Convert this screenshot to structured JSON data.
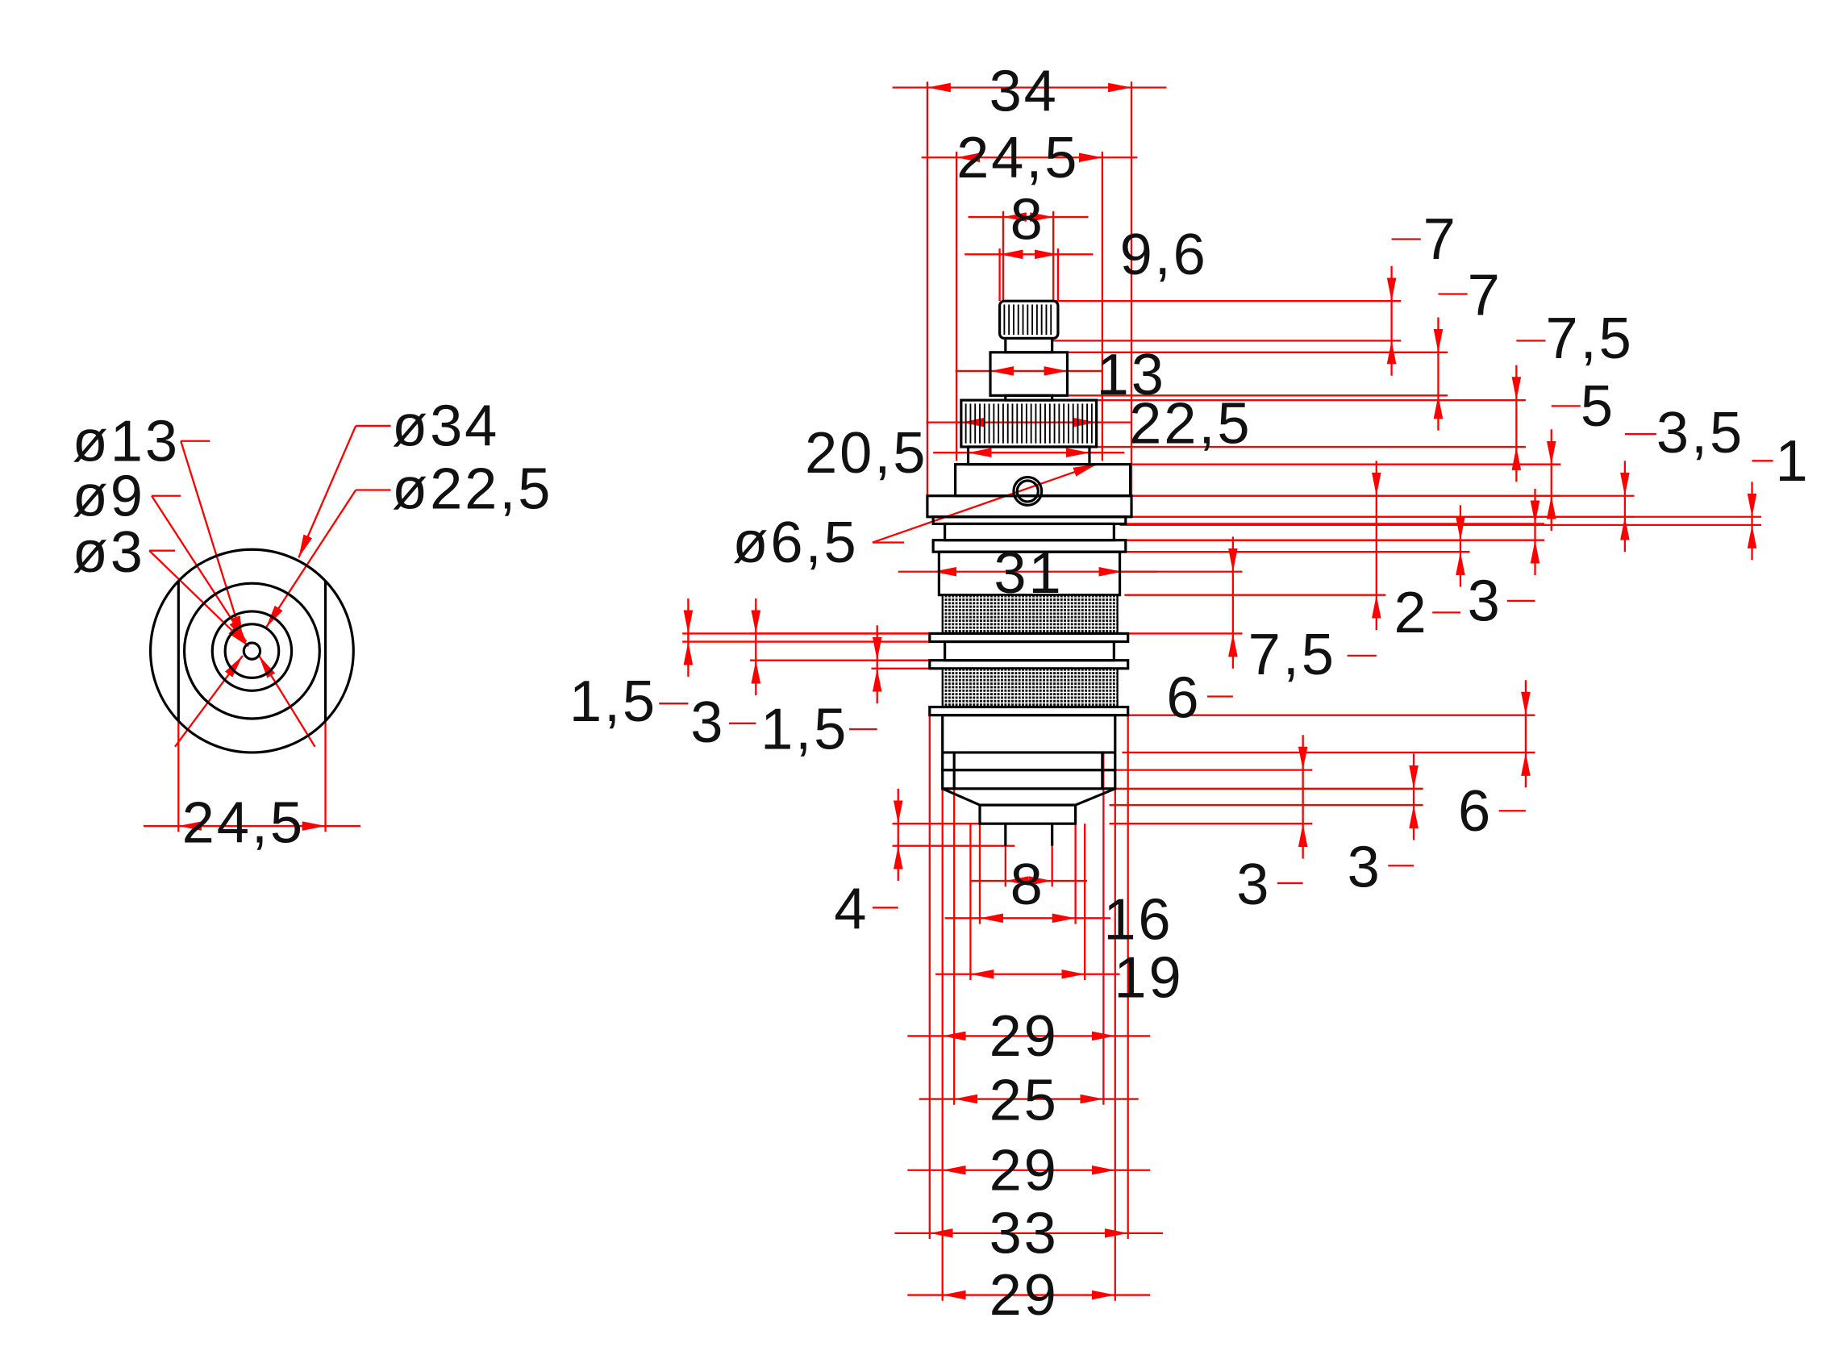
{
  "colors": {
    "dimension": "#ff0000",
    "part": "#000000"
  },
  "side_view": {
    "width_34": "34",
    "width_24_5": "24,5",
    "width_8_top": "8",
    "width_9_6": "9,6",
    "width_13": "13",
    "width_22_5": "22,5",
    "width_20_5": "20,5",
    "hole_6_5": "ø6,5",
    "width_31": "31",
    "width_8_bottom": "8",
    "width_16": "16",
    "width_19": "19",
    "width_29_a": "29",
    "width_25": "25",
    "width_29_b": "29",
    "width_33": "33",
    "width_29_c": "29",
    "height_7_a": "7",
    "height_7_b": "7",
    "height_7_5_a": "7,5",
    "height_5": "5",
    "height_3_5": "3,5",
    "height_1": "1",
    "height_2": "2",
    "height_3_a": "3",
    "height_7_5_b": "7,5",
    "height_6_a": "6",
    "height_1_5_a": "1,5",
    "height_3_b": "3",
    "height_1_5_b": "1,5",
    "height_6_b": "6",
    "height_3_c": "3",
    "height_3_d": "3",
    "height_4": "4"
  },
  "end_view": {
    "dia_13": "ø13",
    "dia_9": "ø9",
    "dia_3": "ø3",
    "dia_34": "ø34",
    "dia_22_5": "ø22,5",
    "width_24_5": "24,5"
  }
}
